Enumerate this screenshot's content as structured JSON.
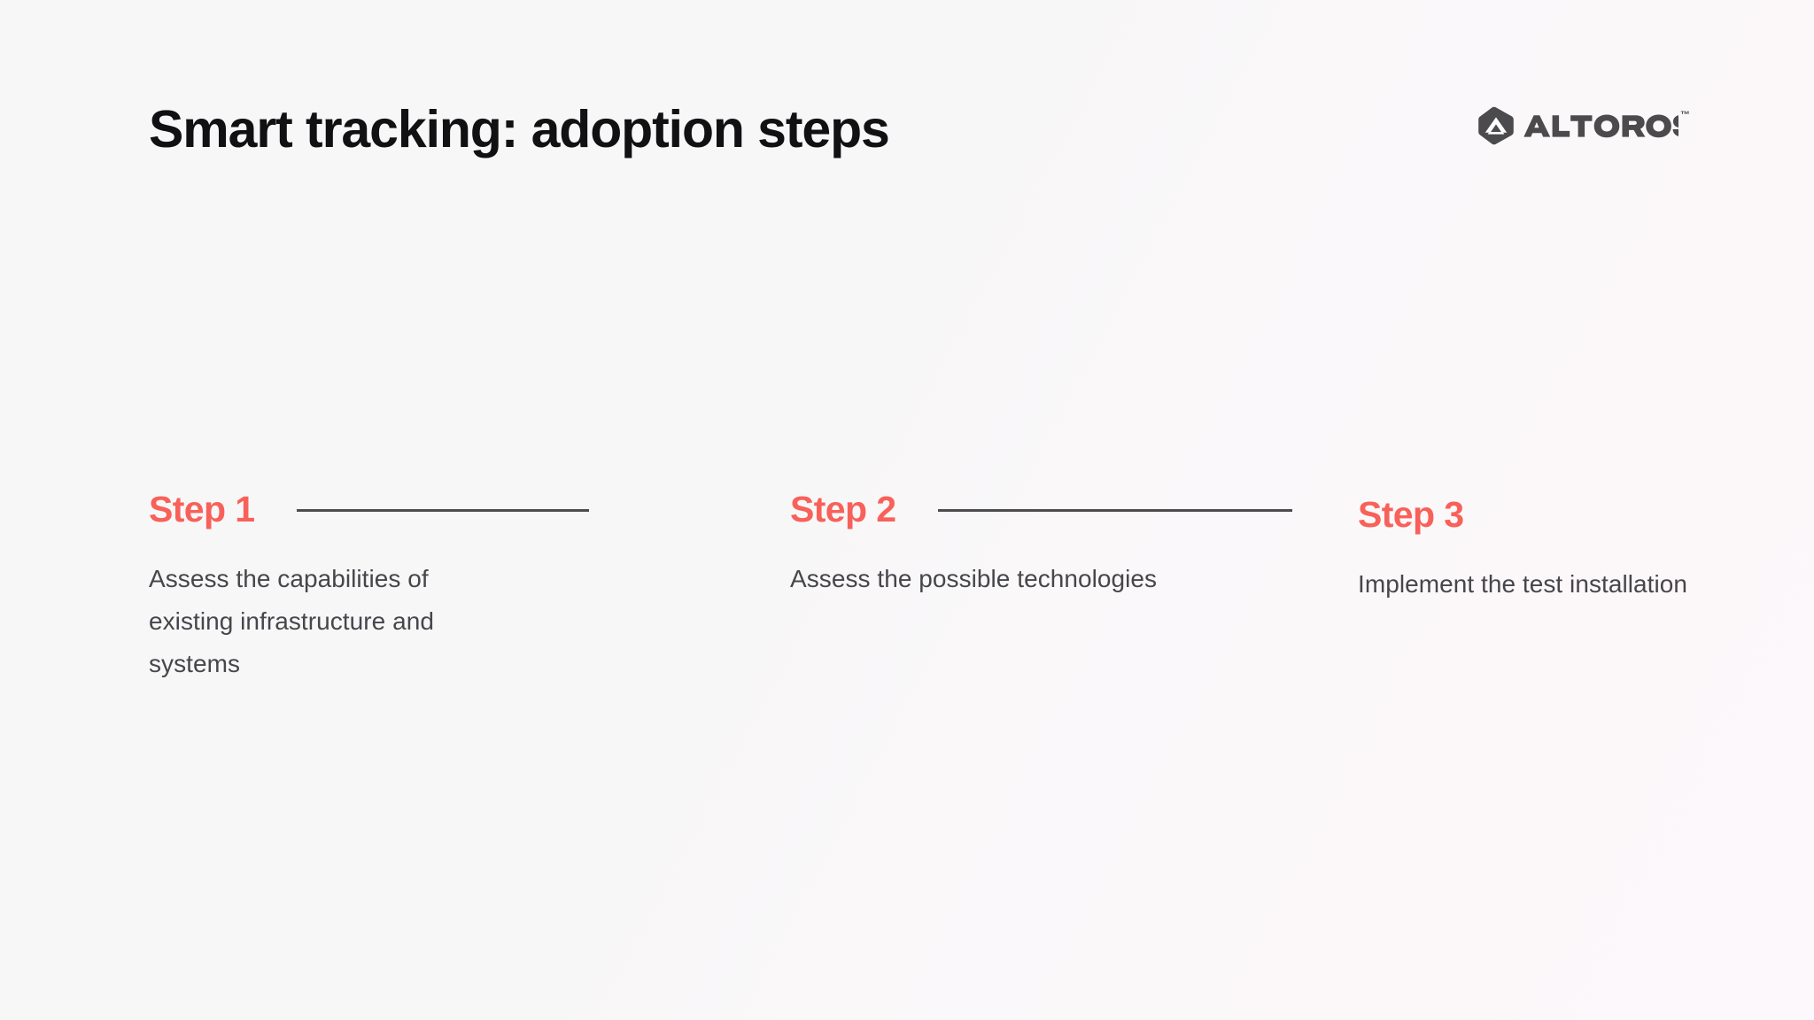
{
  "header": {
    "title": "Smart tracking: adoption steps",
    "logo": {
      "name": "ALTOROS",
      "wordmark": "ALTOROS",
      "trademark": "™",
      "mark_icon": "altoros-hexagon-icon",
      "mark_color": "#4b4b4d"
    }
  },
  "colors": {
    "accent": "#f86159",
    "title": "#111113",
    "body_text": "#46464b",
    "connector": "#4d4d4f",
    "background_start": "#f7f7f8",
    "background_end": "#fdf8fb"
  },
  "steps": [
    {
      "label": "Step 1",
      "body": "Assess the capabilities of existing infrastructure and systems",
      "has_connector": true
    },
    {
      "label": "Step 2",
      "body": "Assess the possible technologies",
      "has_connector": true
    },
    {
      "label": "Step 3",
      "body": "Implement the test installation",
      "has_connector": false
    }
  ]
}
